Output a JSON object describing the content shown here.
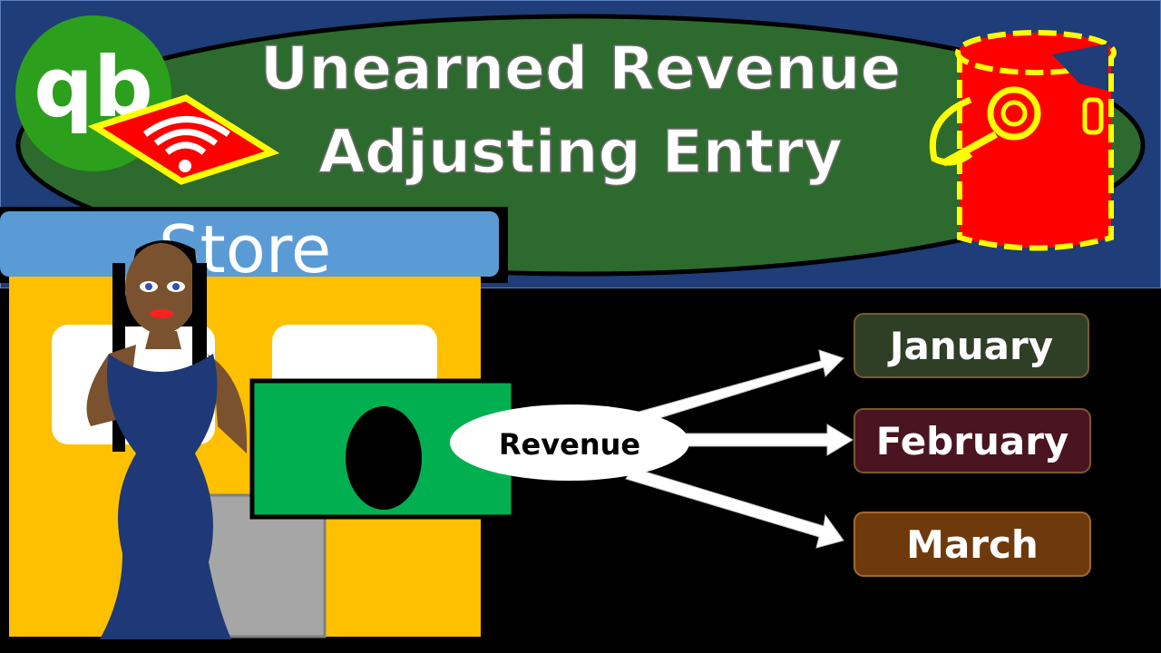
{
  "title": {
    "line1": "Unearned Revenue",
    "line2": "Adjusting Entry"
  },
  "logo": {
    "letters": "qb",
    "icon": "wifi-icon"
  },
  "store": {
    "sign": "Store"
  },
  "revenue_label": "Revenue",
  "months": [
    {
      "label": "January",
      "color": "#2f3f26"
    },
    {
      "label": "February",
      "color": "#4a1420"
    },
    {
      "label": "March",
      "color": "#6e3a0c"
    }
  ],
  "colors": {
    "banner_blue": "#1f3d78",
    "banner_green": "#2d6a2e",
    "qb_green": "#2ca01c",
    "store_yellow": "#ffc000",
    "store_sign": "#5b9bd5",
    "dollar_green": "#00b050",
    "bucket_red": "#ff0000",
    "dress_blue": "#1f3878"
  }
}
